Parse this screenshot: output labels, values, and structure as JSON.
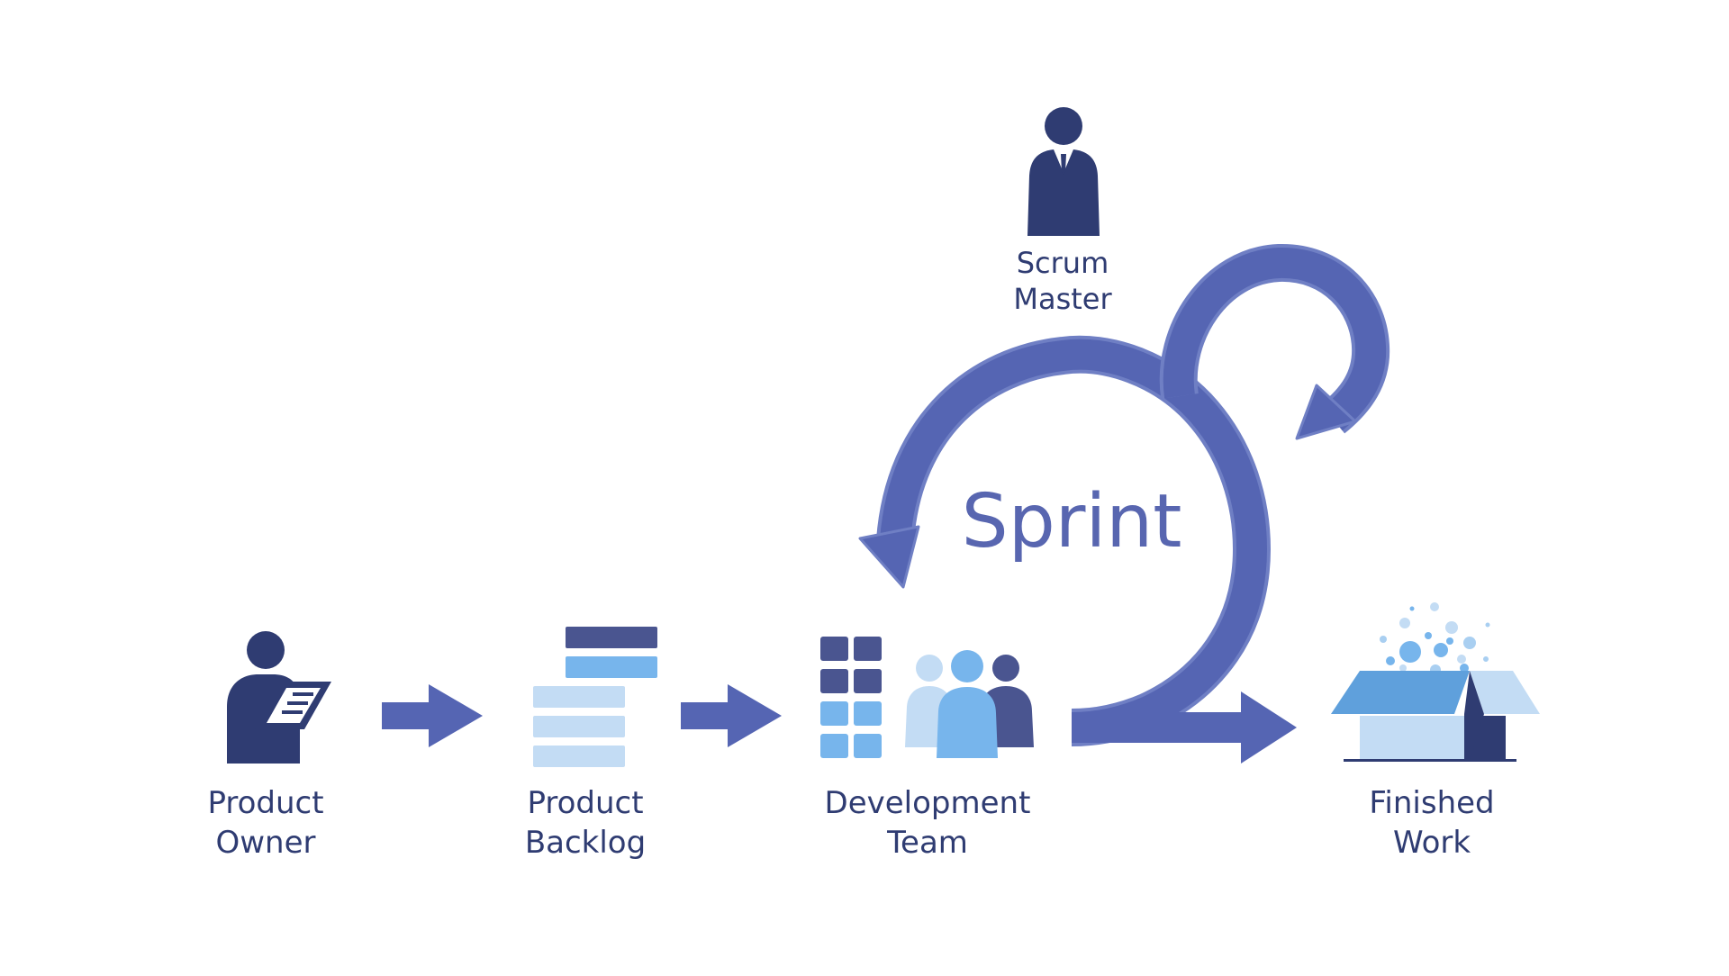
{
  "labels": {
    "product_owner": [
      "Product",
      "Owner"
    ],
    "product_backlog": [
      "Product",
      "Backlog"
    ],
    "development_team": [
      "Development",
      "Team"
    ],
    "finished_work": [
      "Finished",
      "Work"
    ],
    "scrum_master": [
      "Scrum",
      "Master"
    ],
    "sprint": "Sprint"
  },
  "icons": {
    "product_owner": "person-with-clipboard-icon",
    "product_backlog": "backlog-stack-icon",
    "development_team": "team-icon",
    "task_grid": "task-grid-icon",
    "finished_work": "open-box-icon",
    "scrum_master": "person-in-suit-icon",
    "sprint_cycle": "sprint-cycle-arrow-icon"
  },
  "colors": {
    "navy": "#2f3c72",
    "indigo": "#4a5590",
    "arrow": "#5565b3",
    "arrow_edge": "#6f7fc4",
    "blue": "#77b5ec",
    "light_blue": "#c3dcf4",
    "sky": "#a9cff1",
    "text": "#2f3c72",
    "sprint_text": "#5866b0",
    "background": "#ffffff"
  }
}
